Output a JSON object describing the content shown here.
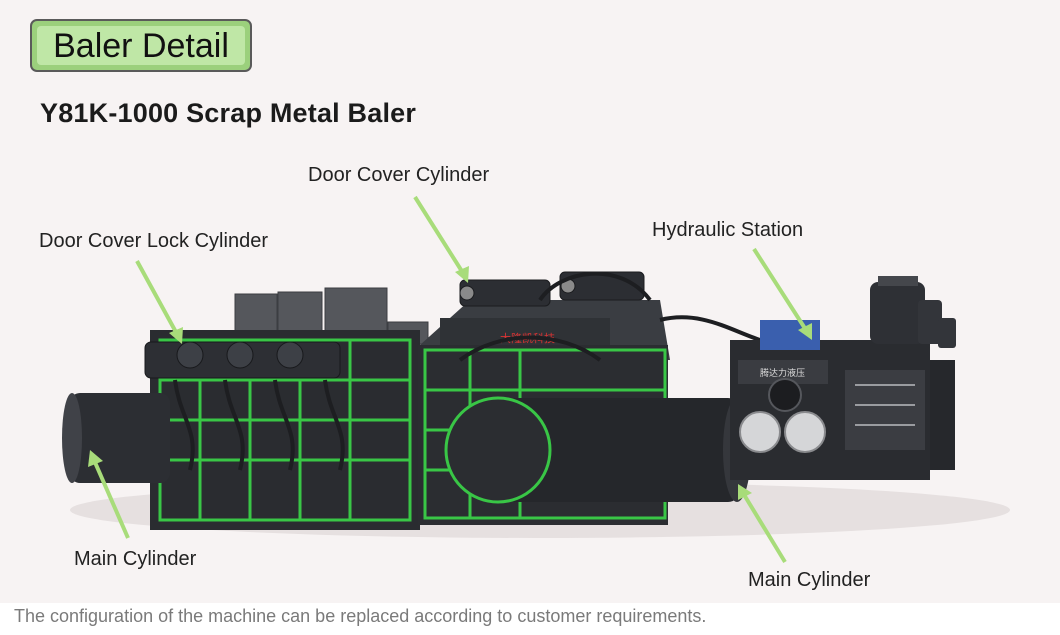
{
  "header": {
    "badge_text": "Baler Detail",
    "model_title": "Y81K-1000 Scrap Metal Baler"
  },
  "callouts": {
    "door_cover_cylinder": "Door Cover Cylinder",
    "door_cover_lock_cylinder": "Door Cover Lock Cylinder",
    "hydraulic_station": "Hydraulic Station",
    "main_cylinder_left": "Main Cylinder",
    "main_cylinder_right": "Main Cylinder"
  },
  "footer": {
    "note": "The configuration of the machine can be replaced according to customer requirements."
  },
  "colors": {
    "badge_outer": "#9bd07c",
    "badge_inner": "#bfe7a6",
    "machine_body": "#2a2c30",
    "frame_accent": "#39c646",
    "pointer_arrow": "#a8dc7a"
  }
}
